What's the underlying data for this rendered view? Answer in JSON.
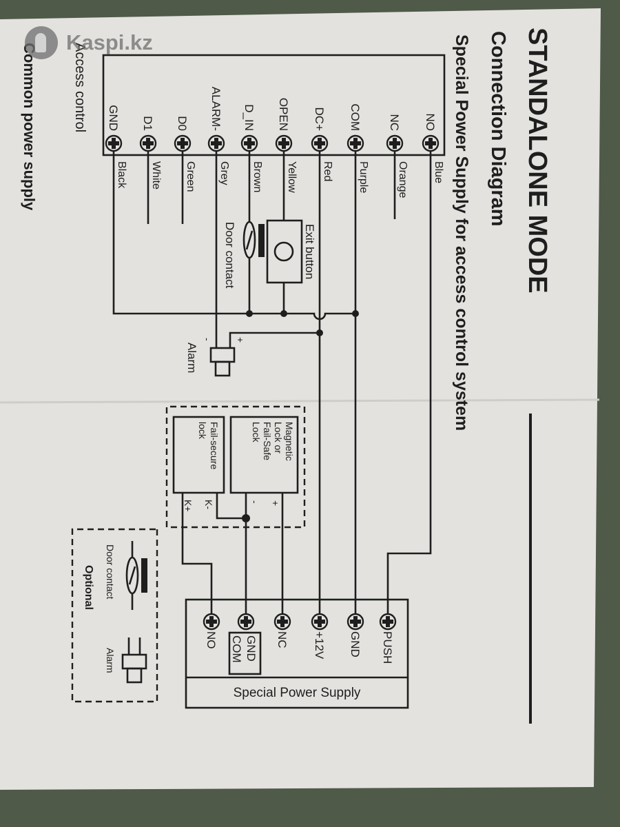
{
  "title": "STANDALONE MODE",
  "subtitle": "Connection Diagram",
  "heading": "Special Power Supply for access control system",
  "controller": {
    "caption": "Access control",
    "terminals": [
      {
        "label": "NO",
        "wire": "Blue"
      },
      {
        "label": "NC",
        "wire": "Orange"
      },
      {
        "label": "COM",
        "wire": "Purple"
      },
      {
        "label": "DC+",
        "wire": "Red"
      },
      {
        "label": "OPEN",
        "wire": "Yellow"
      },
      {
        "label": "D_IN",
        "wire": "Brown"
      },
      {
        "label": "ALARM-",
        "wire": "Grey"
      },
      {
        "label": "D0",
        "wire": "Green"
      },
      {
        "label": "D1",
        "wire": "White"
      },
      {
        "label": "GND",
        "wire": "Black"
      }
    ]
  },
  "exit_button": "Exit button",
  "door_contact": "Door contact",
  "alarm": {
    "label": "Alarm",
    "plus": "+",
    "minus": "-"
  },
  "locks": {
    "magnetic": [
      "Magnetic",
      "Lock or",
      "Fail-Safe",
      "Lock"
    ],
    "fail_secure": [
      "Fail-secure",
      "lock"
    ],
    "plus": "+",
    "minus": "-",
    "k_minus": "K-",
    "k_plus": "K+"
  },
  "power_supply": {
    "title": "Special Power Supply",
    "terminals": [
      "PUSH",
      "GND",
      "+12V",
      "NC",
      "NO"
    ],
    "gnd_com": [
      "GND",
      "COM"
    ]
  },
  "optional": {
    "label": "Optional",
    "door_contact": "Door contact",
    "alarm": "Alarm"
  },
  "footer": "Common power supply",
  "watermark": "Kaspi.kz"
}
